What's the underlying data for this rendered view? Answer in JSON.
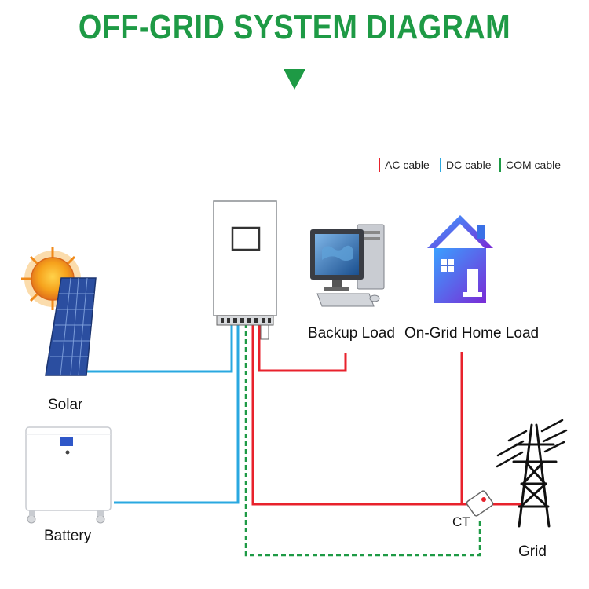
{
  "title": "OFF-GRID SYSTEM DIAGRAM",
  "legend": [
    {
      "label": "AC cable",
      "color": "#e8222c"
    },
    {
      "label": "DC cable",
      "color": "#2aa8e0"
    },
    {
      "label": "COM cable",
      "color": "#1e9a45"
    }
  ],
  "labels": {
    "solar": "Solar",
    "battery": "Battery",
    "backup_load": "Backup Load",
    "home_load": "On-Grid Home Load",
    "ct": "CT",
    "grid": "Grid"
  },
  "colors": {
    "title": "#1e9a45",
    "ac": "#e8222c",
    "dc": "#2aa8e0",
    "com": "#1e9a45",
    "sun": "#f39c12",
    "panel": "#2b4ea0",
    "house": "#4a6fd8"
  },
  "icons": {
    "arrow": "down-triangle-icon",
    "sun": "sun-icon",
    "solar_panel": "solar-panel-icon",
    "battery": "battery-icon",
    "inverter": "inverter-icon",
    "computer": "computer-icon",
    "house": "house-icon",
    "ct": "ct-clamp-icon",
    "pylon": "power-pylon-icon"
  }
}
